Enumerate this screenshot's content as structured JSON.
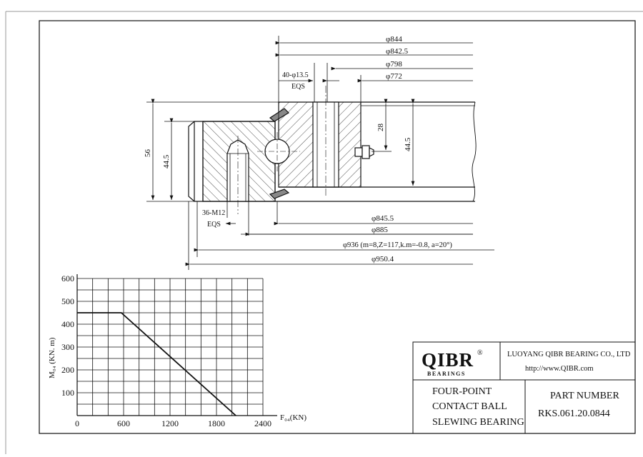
{
  "drawing": {
    "dimensions": {
      "d844": "φ844",
      "d842_5": "φ842.5",
      "d798": "φ798",
      "d772": "φ772",
      "holes_outer": "40-φ13.5",
      "holes_outer_eqs": "EQS",
      "h28": "28",
      "h44_5_right": "44.5",
      "h56": "56",
      "h44_5_left": "44.5",
      "holes_inner": "36-M12",
      "holes_inner_eqs": "EQS",
      "d845_5": "φ845.5",
      "d885": "φ885",
      "d936": "φ936 (m=8,Z=117,k.m=-0.8, a=20°)",
      "d950_4": "φ950.4"
    }
  },
  "chart_data": {
    "type": "line",
    "ylabel": "M₀₄ (KN. m)",
    "xlabel": "F₀₄(KN)",
    "x_ticks": [
      "0",
      "600",
      "1200",
      "1800",
      "2400"
    ],
    "y_ticks": [
      "100",
      "200",
      "300",
      "400",
      "500",
      "600"
    ],
    "xlim": [
      0,
      2400
    ],
    "ylim": [
      0,
      600
    ],
    "grid": true,
    "series": [
      {
        "x": [
          0,
          570,
          2050
        ],
        "y": [
          450,
          450,
          0
        ]
      }
    ]
  },
  "title_block": {
    "logo": "QIBR",
    "logo_sub": "BEARINGS",
    "company": "LUOYANG QIBR BEARING CO., LTD",
    "website": "http://www.QIBR.com",
    "product_line1": "FOUR-POINT",
    "product_line2": "CONTACT BALL",
    "product_line3": "SLEWING BEARING",
    "part_number_label": "PART NUMBER",
    "part_number": "RKS.061.20.0844"
  }
}
